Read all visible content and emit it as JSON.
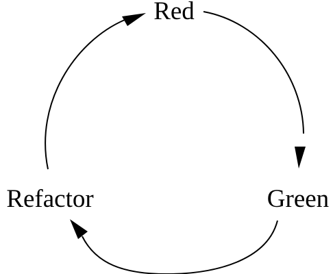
{
  "diagram": {
    "nodes": [
      {
        "id": "red",
        "label": "Red"
      },
      {
        "id": "green",
        "label": "Green"
      },
      {
        "id": "refactor",
        "label": "Refactor"
      }
    ],
    "edges": [
      {
        "from": "red",
        "to": "green"
      },
      {
        "from": "green",
        "to": "refactor"
      },
      {
        "from": "refactor",
        "to": "red"
      }
    ],
    "colors": {
      "line": "#000000",
      "text": "#000000",
      "background": "#ffffff"
    }
  }
}
